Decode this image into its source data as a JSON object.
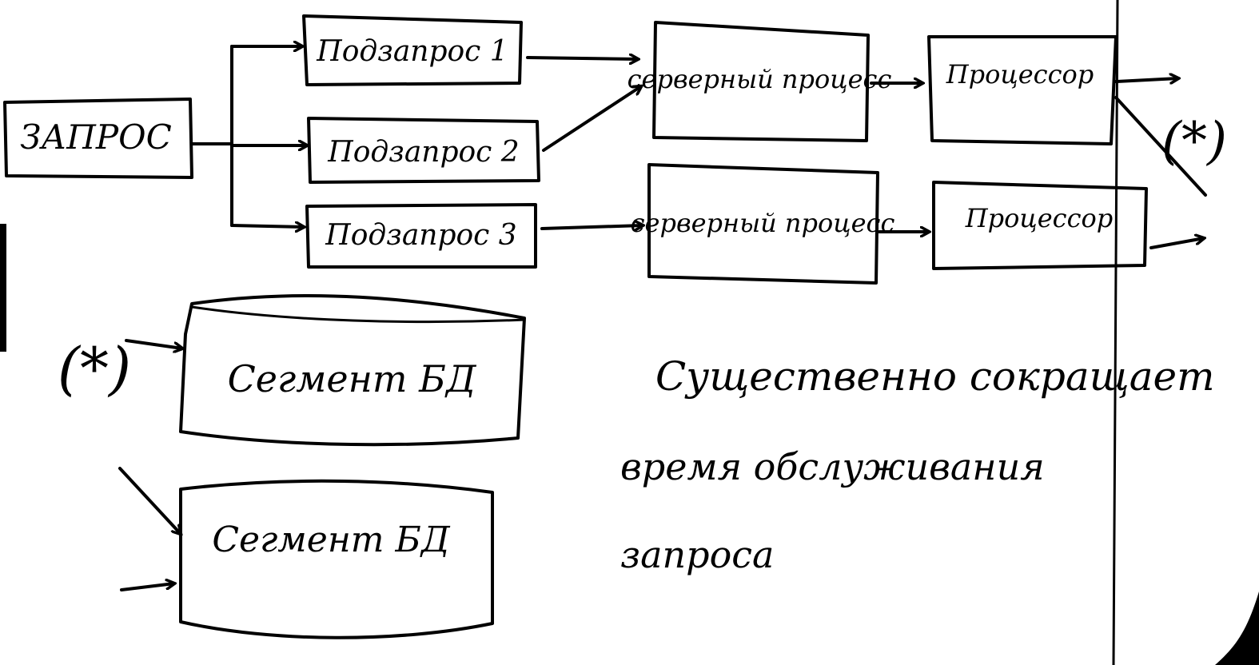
{
  "diagram": {
    "request": "ЗАПРОС",
    "subrequests": [
      "Подзапрос 1",
      "Подзапрос 2",
      "Подзапрос 3"
    ],
    "server_processes": [
      "серверный процесс",
      "серверный процесс"
    ],
    "processors": [
      "Процессор",
      "Процессор"
    ],
    "connector_mark": "(*)",
    "db_segments": [
      "Сегмент БД",
      "Сегмент БД"
    ],
    "note_lines": [
      "Существенно сокращает",
      "время обслуживания",
      "запроса"
    ]
  },
  "colors": {
    "ink": "#000000",
    "paper": "#ffffff"
  }
}
